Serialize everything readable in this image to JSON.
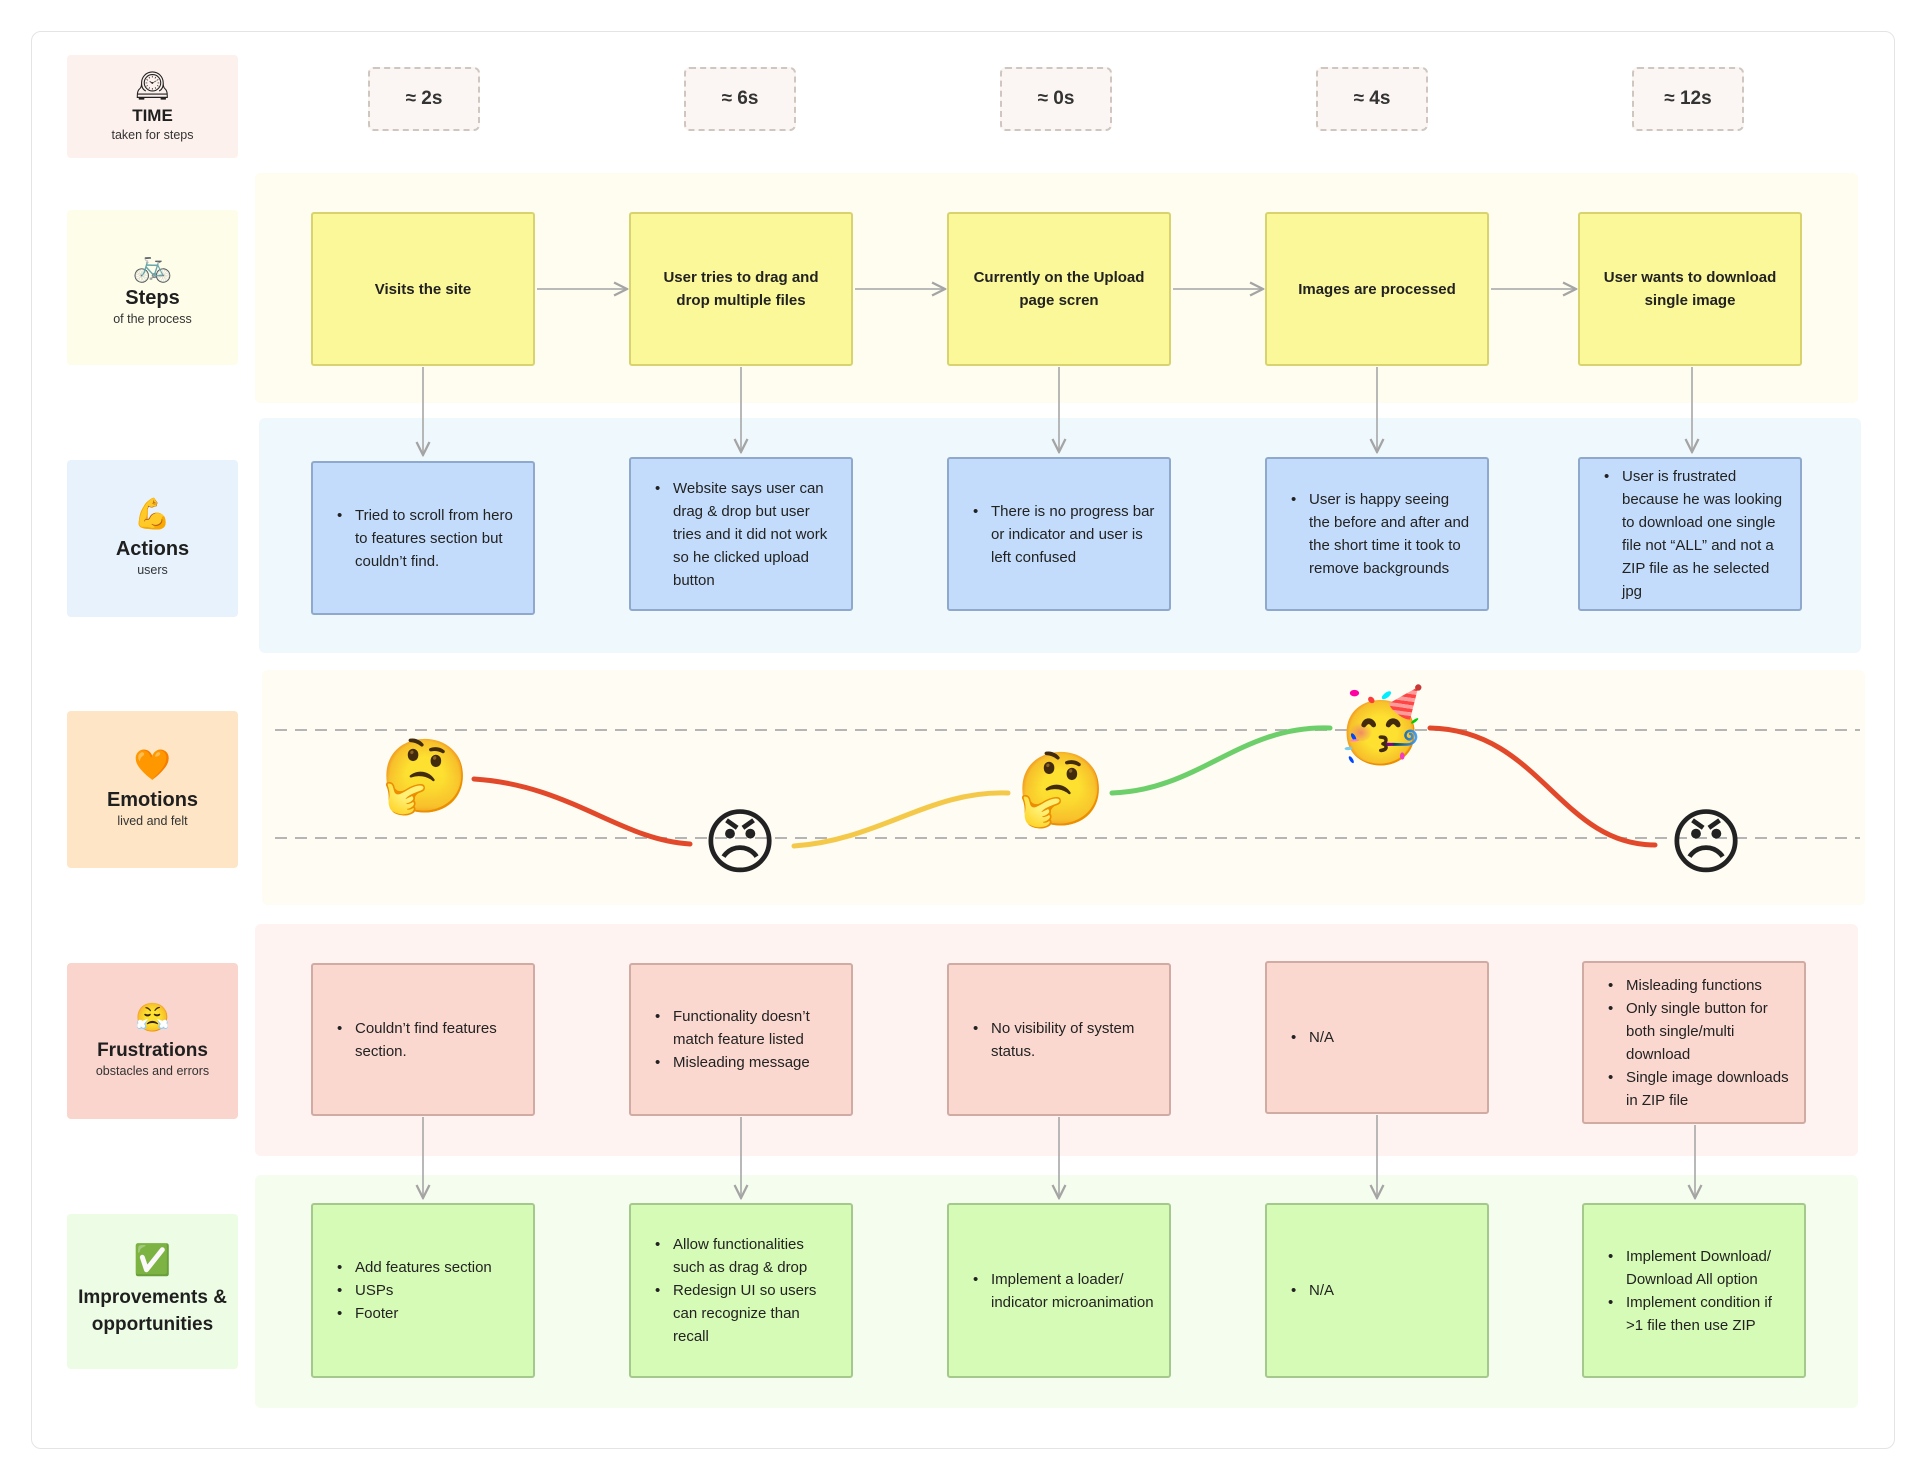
{
  "rows": {
    "time": {
      "icon": "🕰",
      "title": "TIME",
      "subtitle": "taken for steps"
    },
    "steps": {
      "icon": "🚲",
      "title": "Steps",
      "subtitle": "of the process"
    },
    "actions": {
      "icon": "💪",
      "title": "Actions",
      "subtitle": "users"
    },
    "emotions": {
      "icon": "🧡",
      "title": "Emotions",
      "subtitle": "lived and felt"
    },
    "frustrations": {
      "icon": "😤",
      "title": "Frustrations",
      "subtitle": "obstacles and errors"
    },
    "improvements": {
      "icon": "✅",
      "title": "Improvements & opportunities",
      "subtitle": ""
    }
  },
  "times": [
    "≈ 2s",
    "≈ 6s",
    "≈ 0s",
    "≈ 4s",
    "≈ 12s"
  ],
  "steps": [
    "Visits the site",
    "User tries to drag and drop multiple files",
    "Currently on the Upload page scren",
    "Images are processed",
    "User wants to download single image"
  ],
  "actions": [
    [
      "Tried to scroll from hero to features section but couldn’t find."
    ],
    [
      "Website says user can drag & drop but user tries and it did not work so he clicked upload button"
    ],
    [
      "There is no progress bar or indicator and user is left confused"
    ],
    [
      "User is happy seeing the before and after and the short time it took to remove backgrounds"
    ],
    [
      "User is frustrated because he was looking to download one single file not “ALL” and not a ZIP file as he selected jpg"
    ]
  ],
  "emotions": [
    {
      "icon": "thinking-face",
      "glyph": "🤔"
    },
    {
      "icon": "angry-face",
      "glyph": "😠"
    },
    {
      "icon": "thinking-face",
      "glyph": "🤔"
    },
    {
      "icon": "party-face",
      "glyph": "🥳"
    },
    {
      "icon": "angry-face",
      "glyph": "😠"
    }
  ],
  "emotion_line_colors": [
    "#e2492b",
    "#f4c94a",
    "#6ccf6a",
    "#e2492b"
  ],
  "frustrations": [
    [
      "Couldn’t find features section."
    ],
    [
      "Functionality doesn’t match feature listed",
      "Misleading message"
    ],
    [
      "No visibility of system status."
    ],
    [
      "N/A"
    ],
    [
      "Misleading  functions",
      "Only single button for both single/multi download",
      "Single image downloads in ZIP file"
    ]
  ],
  "improvements": [
    [
      "Add features section",
      "USPs",
      "Footer"
    ],
    [
      "Allow functionalities such as drag & drop",
      "Redesign UI so users can recognize than recall"
    ],
    [
      "Implement a loader/ indicator microanimation"
    ],
    [
      "N/A"
    ],
    [
      "Implement Download/ Download All option",
      "Implement condition if >1 file then use ZIP"
    ]
  ],
  "colors": {
    "steps_band": "#fefdf0",
    "actions_band": "#eef8fd",
    "emotions_band": "#fefcf3",
    "frustrations_band": "#fef3f1",
    "improvements_band": "#f5fdee"
  }
}
